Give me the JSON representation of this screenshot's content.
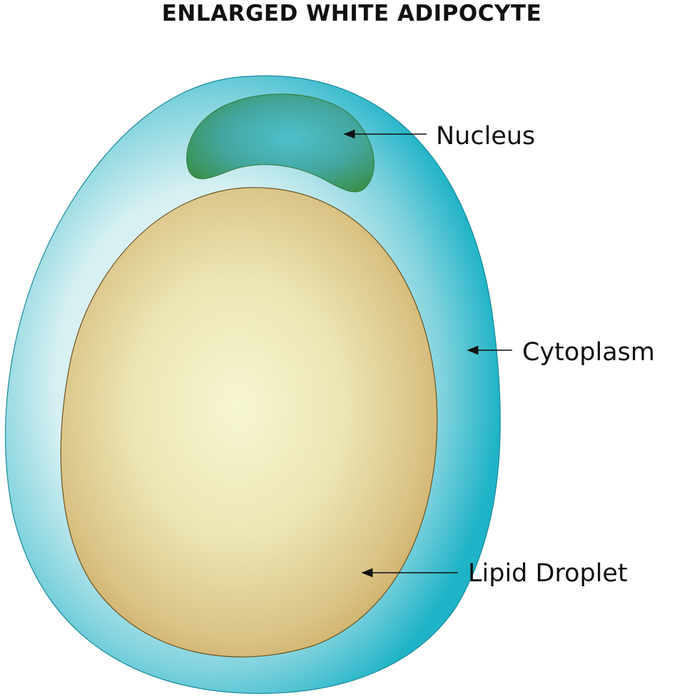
{
  "title": "ENLARGED WHITE ADIPOCYTE",
  "labels": {
    "nucleus": "Nucleus",
    "cytoplasm": "Cytoplasm",
    "lipid_droplet": "Lipid Droplet"
  },
  "colors": {
    "cytoplasm_edge": "#1fb3c7",
    "cytoplasm_center": "#e6f6f7",
    "nucleus_edge": "#3a8f4a",
    "nucleus_center": "#4ab8c7",
    "lipid_edge": "#c9a85c",
    "lipid_center": "#f6f6d0"
  }
}
